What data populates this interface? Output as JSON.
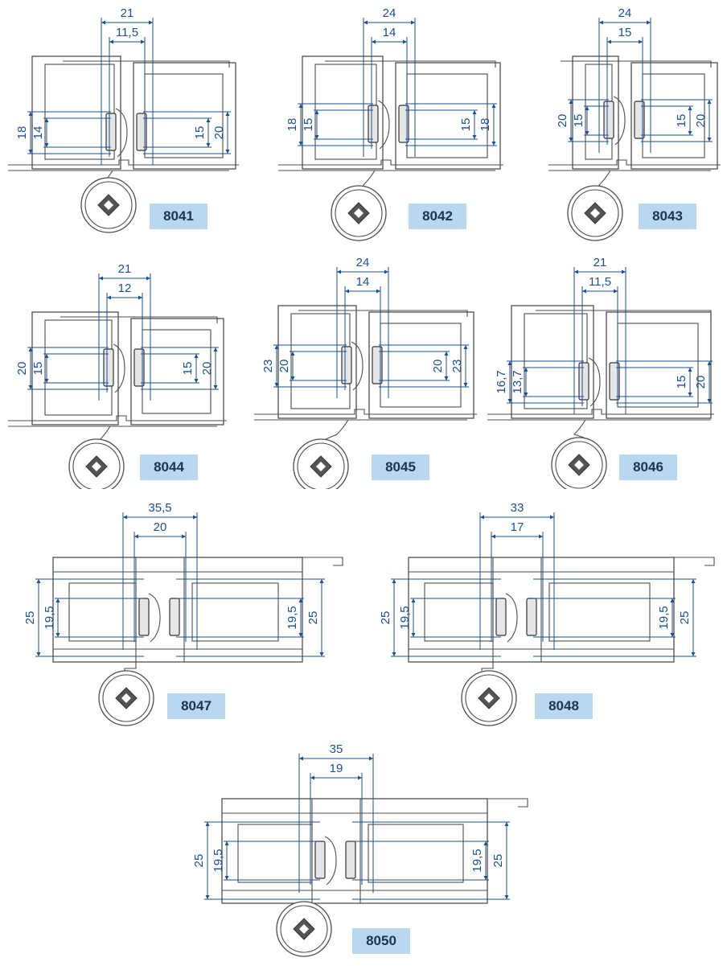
{
  "sections": [
    {
      "code": "8041",
      "dims": {
        "outer_w": "21",
        "inner_w": "11,5",
        "left_outer_h": "18",
        "left_inner_h": "14",
        "right_inner_h": "15",
        "right_outer_h": "20"
      }
    },
    {
      "code": "8042",
      "dims": {
        "outer_w": "24",
        "inner_w": "14",
        "left_outer_h": "18",
        "left_inner_h": "15",
        "right_inner_h": "15",
        "right_outer_h": "18"
      }
    },
    {
      "code": "8043",
      "dims": {
        "outer_w": "24",
        "inner_w": "15",
        "left_outer_h": "20",
        "left_inner_h": "15",
        "right_inner_h": "15",
        "right_outer_h": "20"
      }
    },
    {
      "code": "8044",
      "dims": {
        "outer_w": "21",
        "inner_w": "12",
        "left_outer_h": "20",
        "left_inner_h": "15",
        "right_inner_h": "15",
        "right_outer_h": "20"
      }
    },
    {
      "code": "8045",
      "dims": {
        "outer_w": "24",
        "inner_w": "14",
        "left_outer_h": "23",
        "left_inner_h": "20",
        "right_inner_h": "20",
        "right_outer_h": "23"
      }
    },
    {
      "code": "8046",
      "dims": {
        "outer_w": "21",
        "inner_w": "11,5",
        "left_outer_h": "16,7",
        "left_inner_h": "13,7",
        "right_inner_h": "15",
        "right_outer_h": "20"
      }
    },
    {
      "code": "8047",
      "dims": {
        "outer_w": "35,5",
        "inner_w": "20",
        "left_outer_h": "25",
        "left_inner_h": "19,5",
        "right_inner_h": "19,5",
        "right_outer_h": "25"
      }
    },
    {
      "code": "8048",
      "dims": {
        "outer_w": "33",
        "inner_w": "17",
        "left_outer_h": "25",
        "left_inner_h": "19,5",
        "right_inner_h": "19,5",
        "right_outer_h": "25"
      }
    },
    {
      "code": "8050",
      "dims": {
        "outer_w": "35",
        "inner_w": "19",
        "left_outer_h": "25",
        "left_inner_h": "19,5",
        "right_inner_h": "19,5",
        "right_outer_h": "25"
      }
    }
  ],
  "colors": {
    "dimension": "#1a4f92",
    "badge_bg": "#b9d7ee",
    "badge_text": "#1b3552",
    "profile_line": "#4d4d4d"
  },
  "icons": {
    "section_end": "hinge-knob-icon"
  }
}
